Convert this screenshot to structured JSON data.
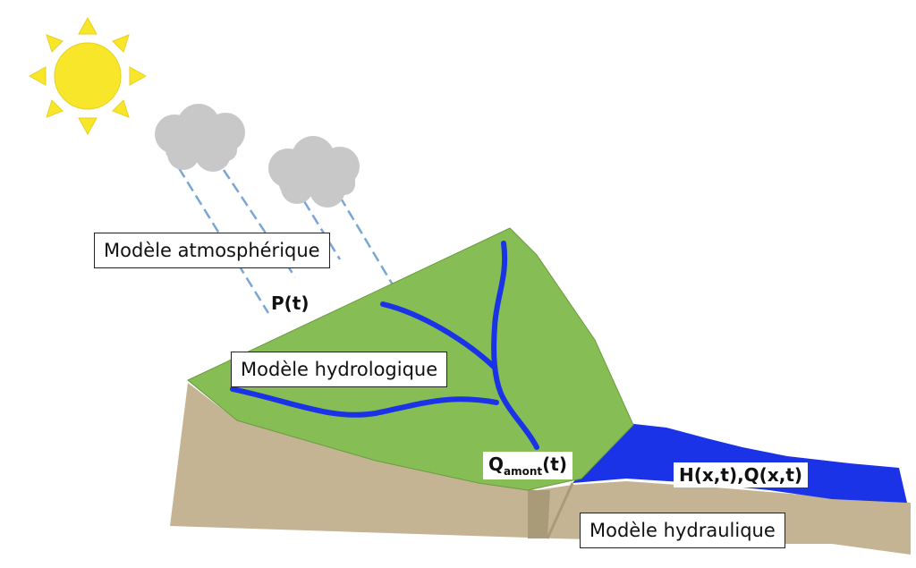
{
  "labels": {
    "atmospheric_model": "Modèle atmosphérique",
    "hydrological_model": "Modèle hydrologique",
    "hydraulic_model": "Modèle hydraulique",
    "precipitation": "P(t)",
    "upstream_flow_symbol": "Q",
    "upstream_flow_subscript": "amont",
    "upstream_flow_suffix": "(t)",
    "river_state": "H(x,t),Q(x,t)"
  },
  "colors": {
    "sun": "#f7e62a",
    "cloud": "#c8c8c8",
    "rain": "#7aa6d6",
    "catchment": "#86bd55",
    "soil": "#c4b494",
    "river": "#1a33e6"
  },
  "icons": [
    "sun-icon",
    "cloud-icon",
    "rain-lines"
  ]
}
